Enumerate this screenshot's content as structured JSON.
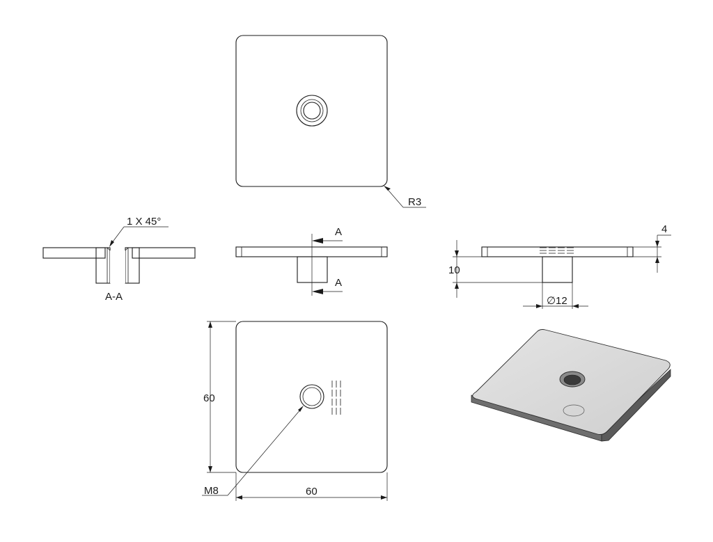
{
  "drawing": {
    "top_view": {
      "corner_radius_label": "R3"
    },
    "section_view": {
      "label": "A-A",
      "chamfer_label": "1 X 45°"
    },
    "front_view": {
      "section_marker_top": "A",
      "section_marker_bottom": "A"
    },
    "side_view": {
      "thickness_label": "4",
      "boss_height_label": "10",
      "boss_diameter_label": "12",
      "diameter_symbol": "∅"
    },
    "bottom_view": {
      "height_label": "60",
      "width_label": "60",
      "thread_label": "M8"
    }
  },
  "colors": {
    "line": "#1a1a1a",
    "plate_top": "#d9d9d9",
    "plate_edge": "#6e6e6e"
  }
}
